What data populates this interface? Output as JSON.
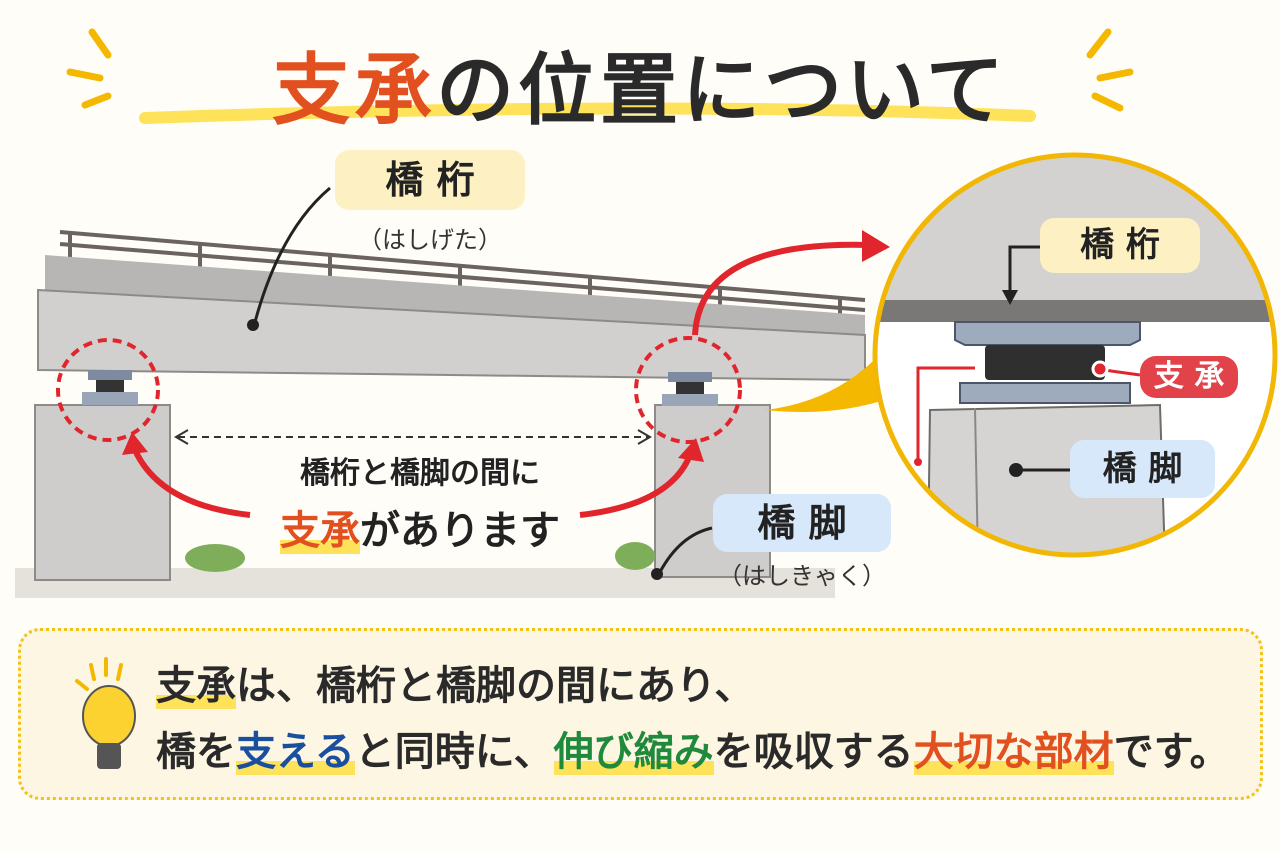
{
  "title": {
    "accent": "支承",
    "rest": "の位置について"
  },
  "bridge": {
    "girder_label": "橋 桁",
    "girder_reading": "（はしげた）",
    "pier_label": "橋 脚",
    "pier_reading": "（はしきゃく）",
    "center_line1": "橋桁と橋脚の間に",
    "center_line2_accent": "支承",
    "center_line2_rest": "があります"
  },
  "zoom_view": {
    "girder_label": "橋 桁",
    "bearing_label": "支 承",
    "pier_label": "橋 脚"
  },
  "info": {
    "line1": [
      {
        "text": "支承",
        "style": "underline"
      },
      {
        "text": "は、橋桁と橋脚の間にあり、",
        "style": "plain"
      }
    ],
    "line2": [
      {
        "text": "橋を",
        "style": "plain"
      },
      {
        "text": "支える",
        "style": "blue"
      },
      {
        "text": "と同時に、",
        "style": "plain"
      },
      {
        "text": "伸び縮み",
        "style": "green"
      },
      {
        "text": "を吸収する",
        "style": "plain"
      },
      {
        "text": "大切な部材",
        "style": "red"
      },
      {
        "text": "です。",
        "style": "plain"
      }
    ]
  },
  "colors": {
    "accent": "#e2501f",
    "highlight": "#fde25a",
    "circle": "#f2b705",
    "arrow": "#e0262c"
  }
}
